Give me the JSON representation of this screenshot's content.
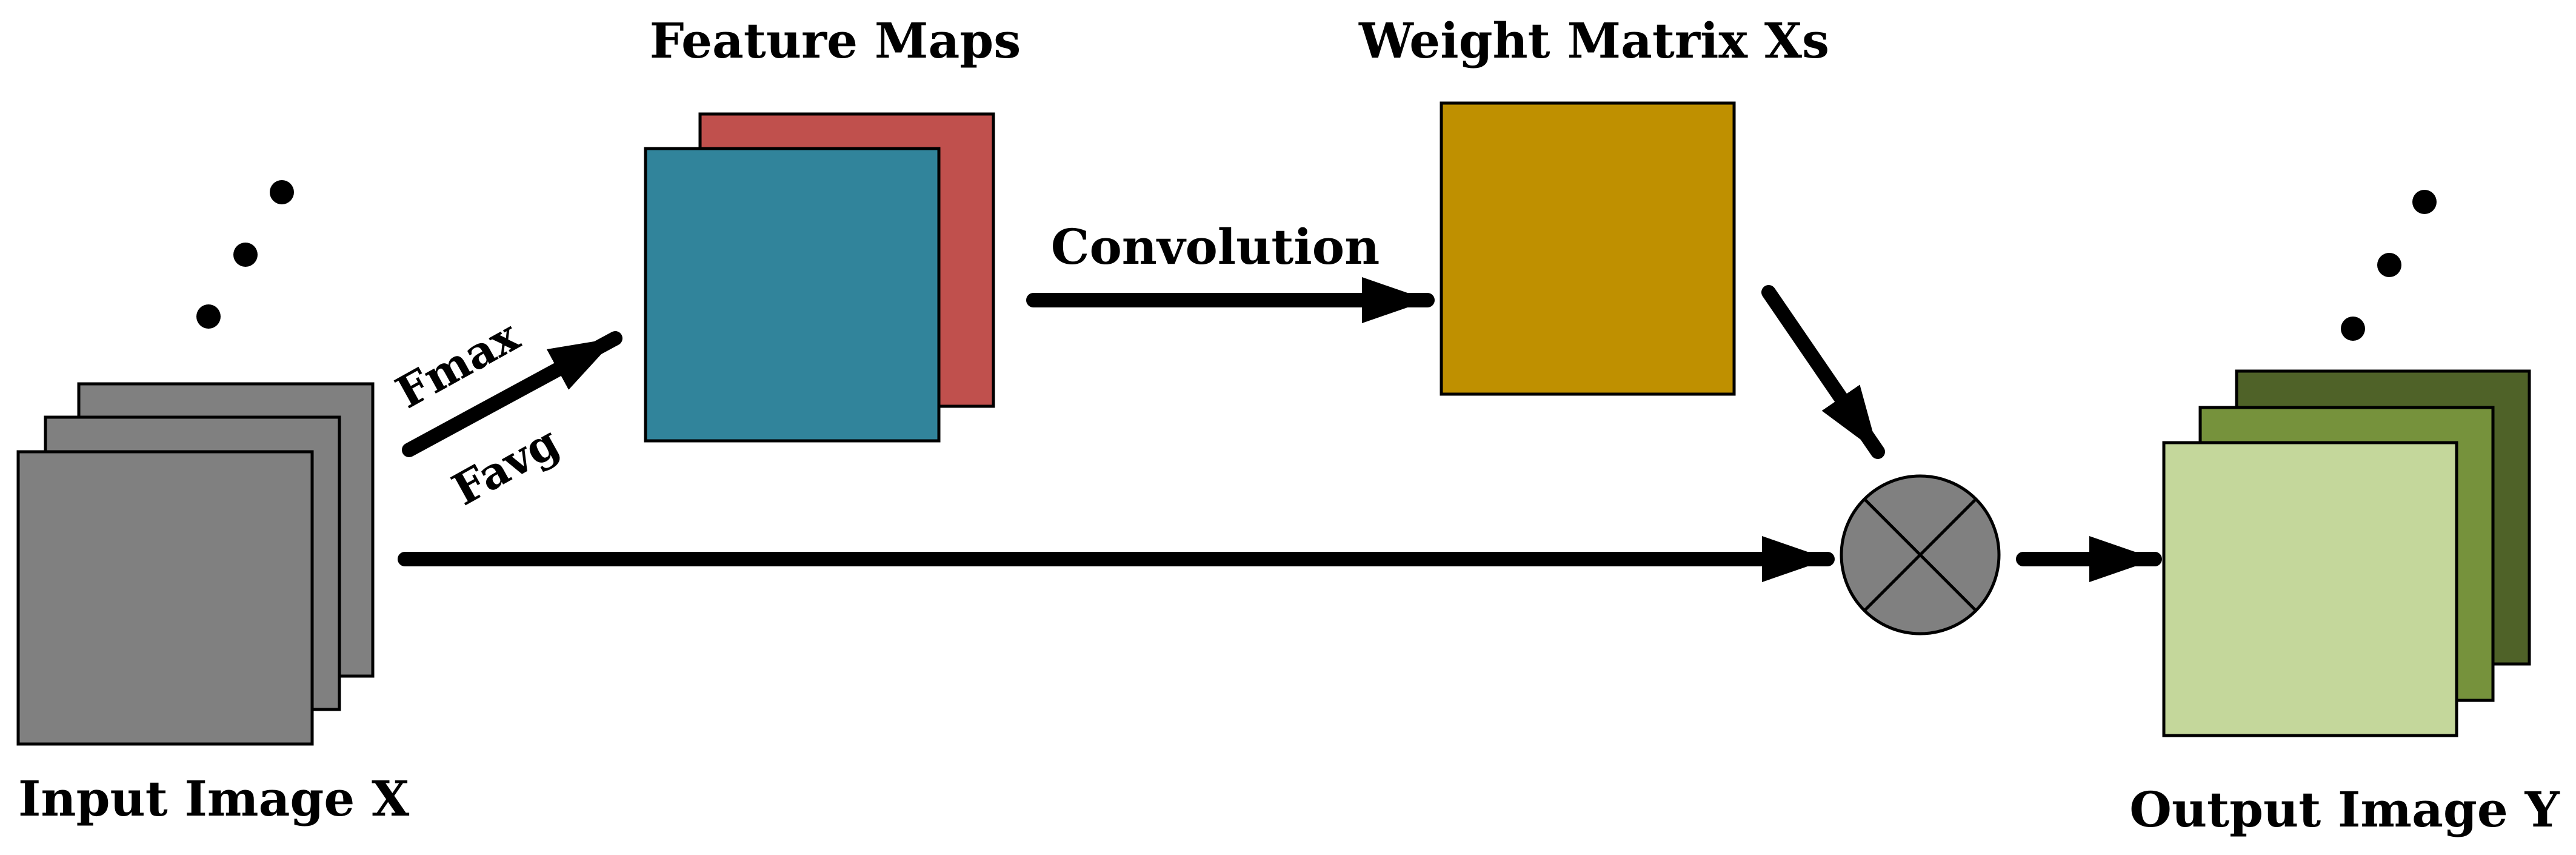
{
  "labels": {
    "input": "Input Image X",
    "feature_maps": "Feature Maps",
    "weight_matrix": "Weight Matrix Xs",
    "output": "Output Image Y",
    "convolution": "Convolution",
    "fmax": "Fmax",
    "favg": "Favg"
  },
  "colors": {
    "input_layers": "#808080",
    "feature_map_back": "#c0504d",
    "feature_map_front": "#31849b",
    "weight_matrix": "#bf9000",
    "output_back": "#4f6228",
    "output_middle": "#76923c",
    "output_front": "#c4d79b",
    "multiply_node": "#808080",
    "arrows": "#000000"
  },
  "nodes": {
    "multiply_symbol": "circle-times"
  }
}
